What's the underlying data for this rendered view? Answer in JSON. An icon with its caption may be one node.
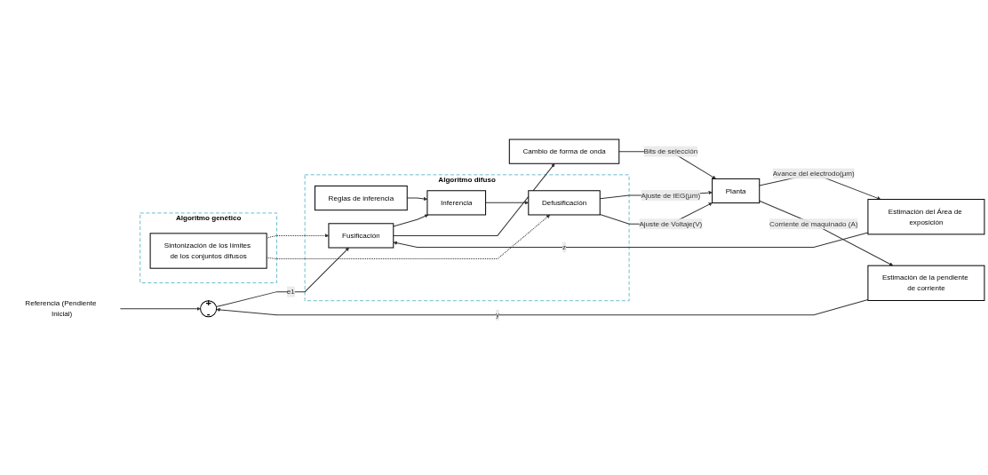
{
  "diagram": {
    "nodes": [
      {
        "text": [
          "Referencia (Pendiente Inicial)"
        ]
      },
      {
        "text": [
          "+",
          "-"
        ]
      },
      {
        "text": [
          "Algoritmo difuso"
        ]
      },
      {
        "text": [
          "Fusificación"
        ],
        "in": 2
      },
      {
        "text": [
          "Reglas de inferencia"
        ],
        "in": 2
      },
      {
        "text": [
          "Inferencia"
        ],
        "in": 2
      },
      {
        "text": [
          "Defusificación"
        ],
        "in": 2
      },
      {
        "text": [
          "Cambio de forma de onda"
        ]
      },
      {
        "text": [
          "Planta"
        ]
      },
      {
        "text": [
          "Algoritmo genético"
        ]
      },
      {
        "text": [
          "Sintonización de los límites de los conjuntos difusos"
        ],
        "in": 9
      },
      {
        "text": [
          "Estimación del Área de exposición"
        ]
      },
      {
        "text": [
          "Estimación de la pendiente de corriente"
        ]
      }
    ],
    "edges": [
      {
        "from": 0,
        "to": 1,
        "arrow": "to"
      },
      {
        "from": 1,
        "to": 3,
        "arrow": "to",
        "label": "e1"
      },
      {
        "from": 3,
        "to": 5,
        "arrow": "to"
      },
      {
        "from": 4,
        "to": 5,
        "arrow": "to"
      },
      {
        "from": 5,
        "to": 6,
        "arrow": "to"
      },
      {
        "from": 3,
        "to": 7,
        "arrow": "to"
      },
      {
        "from": 7,
        "to": 8,
        "arrow": "to",
        "label": "Bits de selección"
      },
      {
        "from": 6,
        "to": 8,
        "arrow": "to",
        "label": "Ajuste de IEG(µm)"
      },
      {
        "from": 6,
        "to": 8,
        "arrow": "to",
        "label": "Ajuste de Voltaje(V)"
      },
      {
        "from": 10,
        "to": 3,
        "arrow": "to",
        "style": "dashed"
      },
      {
        "from": 10,
        "to": 6,
        "arrow": "to",
        "style": "dashed"
      },
      {
        "from": 8,
        "to": 11,
        "arrow": "to",
        "label": "Avance del electrodo(µm)"
      },
      {
        "from": 8,
        "to": 12,
        "arrow": "to",
        "label": "Corriente de maquinado (A)"
      },
      {
        "from": 11,
        "to": 3,
        "arrow": "to",
        "label": "z"
      },
      {
        "from": 12,
        "to": 1,
        "arrow": "to",
        "label": "y"
      }
    ]
  }
}
